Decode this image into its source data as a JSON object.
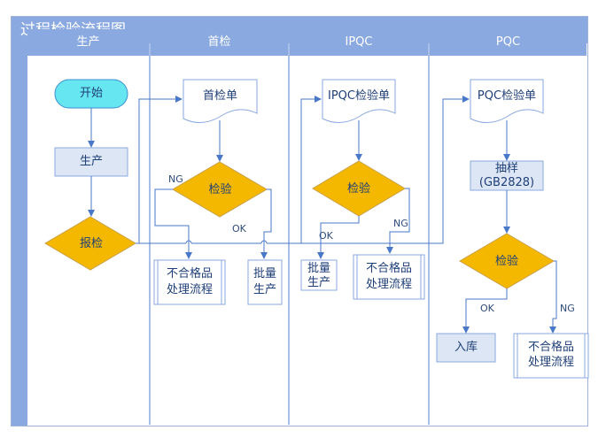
{
  "title": "过程检验流程图",
  "lanes": [
    "生产",
    "首检",
    "IPQC",
    "PQC"
  ],
  "nodes": {
    "start": "开始",
    "produce": "生产",
    "report": "报检",
    "first_doc": "首检单",
    "first_check": "检验",
    "first_reject_1": "不合格品",
    "first_reject_2": "处理流程",
    "first_batch_1": "批量",
    "first_batch_2": "生产",
    "ipqc_doc": "IPQC检验单",
    "ipqc_check": "检验",
    "ipqc_batch_1": "批量",
    "ipqc_batch_2": "生产",
    "ipqc_reject_1": "不合格品",
    "ipqc_reject_2": "处理流程",
    "pqc_doc": "PQC检验单",
    "sample_1": "抽样",
    "sample_2": "(GB2828)",
    "pqc_check": "检验",
    "warehouse": "入库",
    "pqc_reject_1": "不合格品",
    "pqc_reject_2": "处理流程"
  },
  "edge_labels": {
    "ng1": "NG",
    "ok1": "OK",
    "ok2": "OK",
    "ng2": "NG",
    "ok3": "OK",
    "ng3": "NG"
  },
  "colors": {
    "header": "#8aa9e0",
    "start_fill": "#66e6f0",
    "process_fill": "#dde6f5",
    "decision_fill": "#f5b800",
    "line": "#4a78c8",
    "text": "#1f3f78"
  }
}
